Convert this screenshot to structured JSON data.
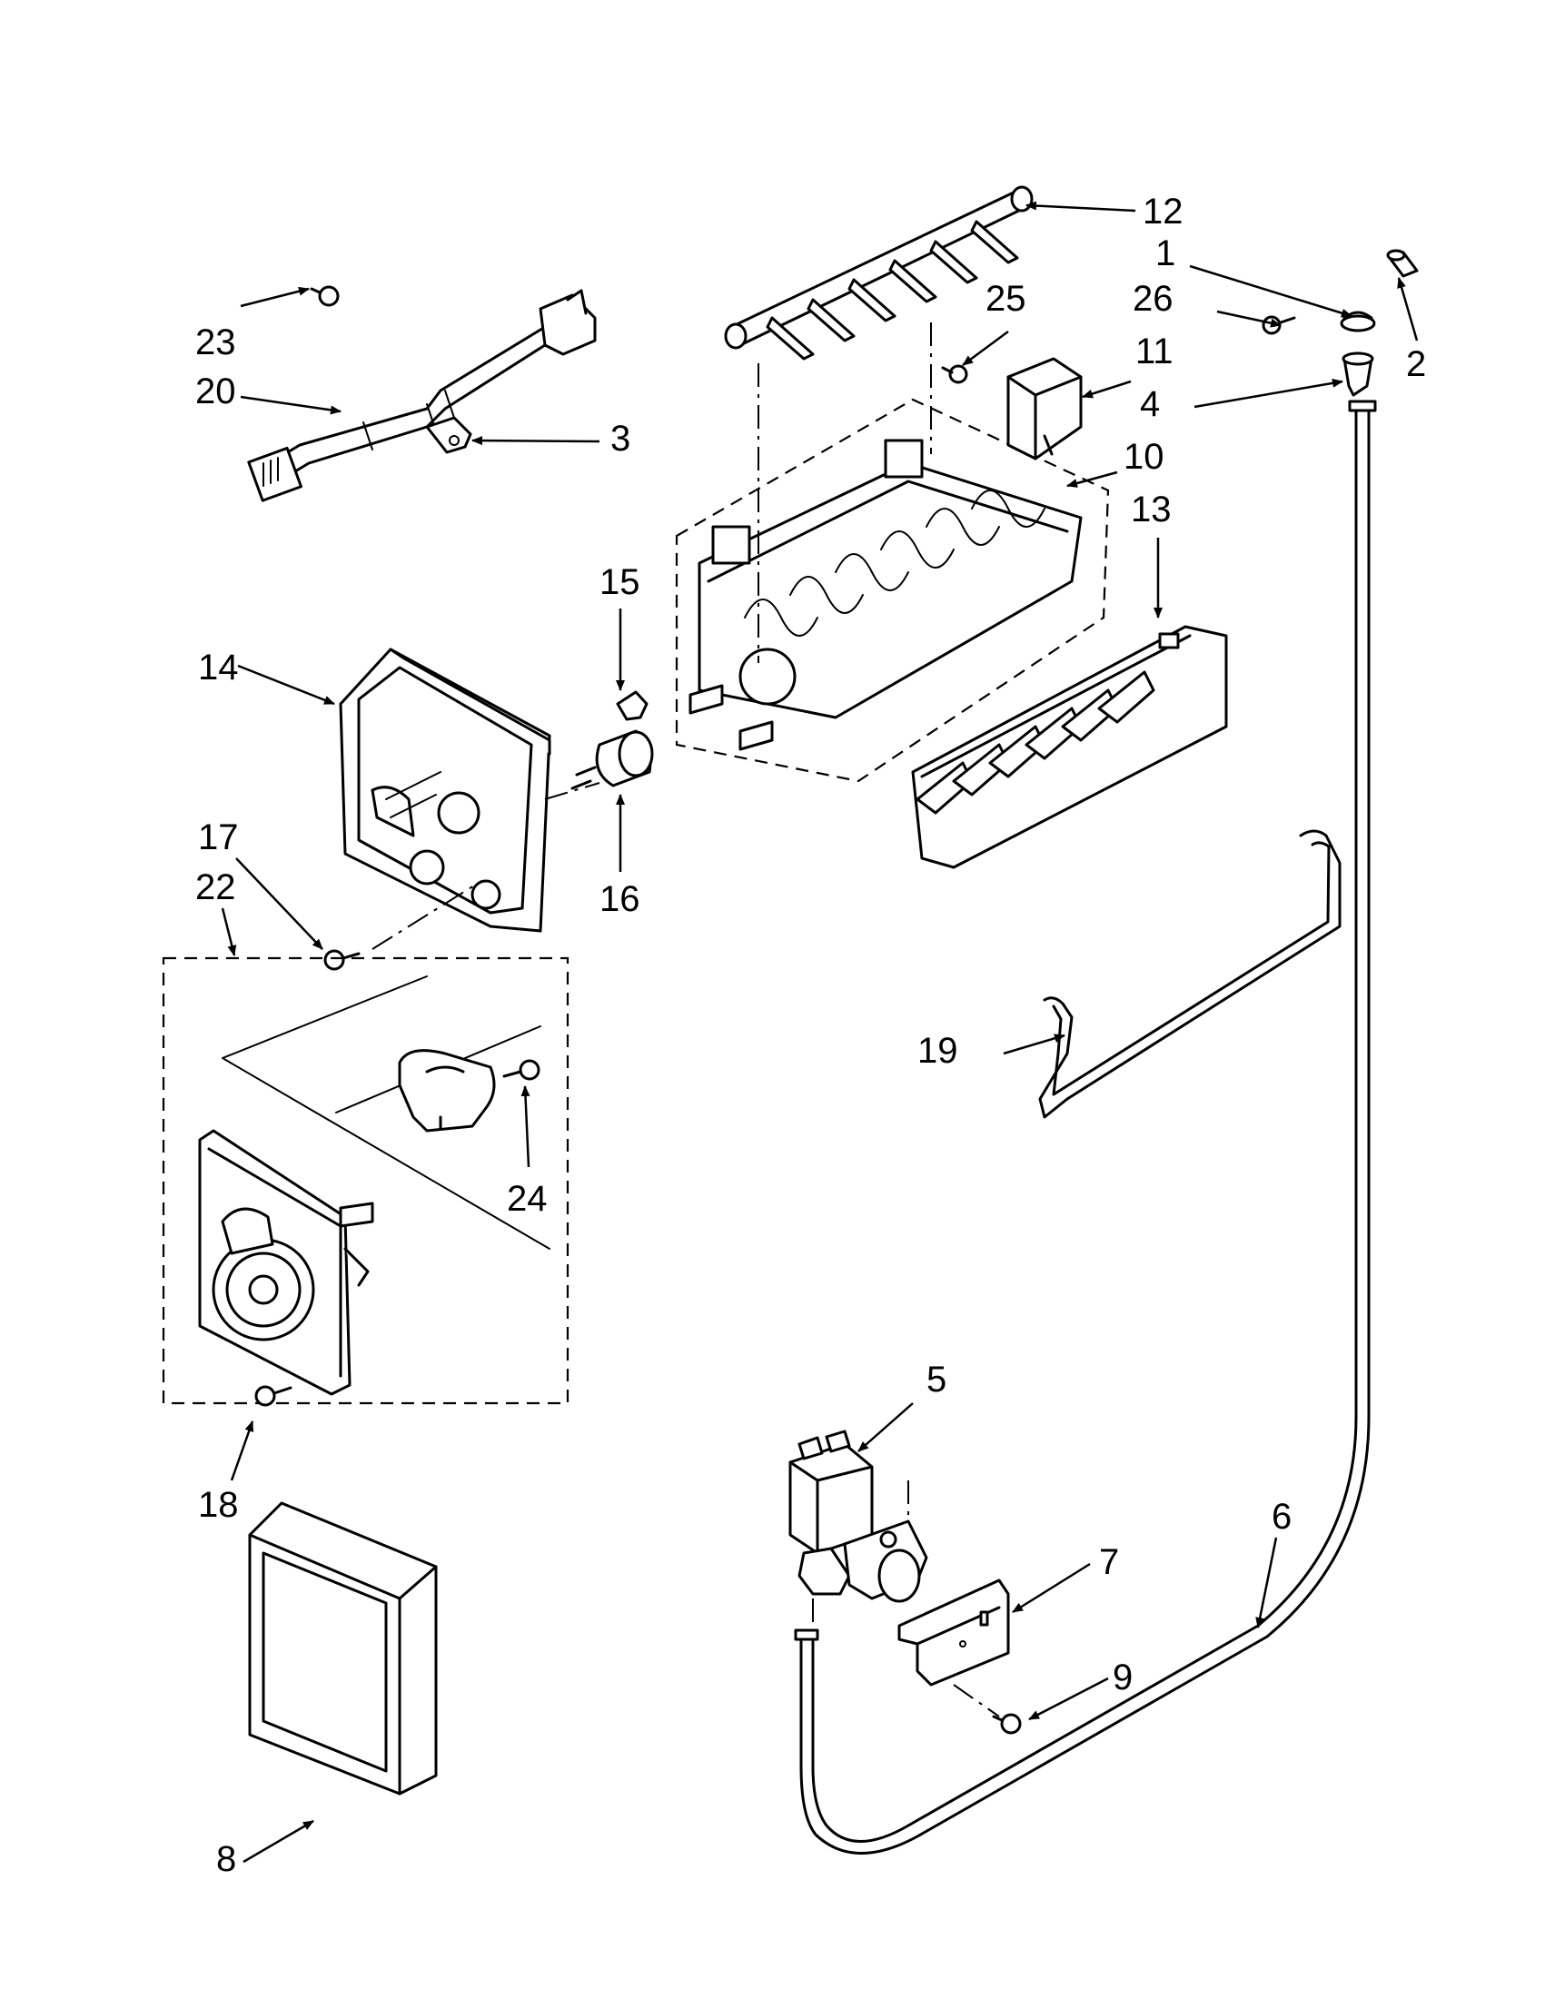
{
  "diagram": {
    "callouts": [
      {
        "id": "c1",
        "label": "1"
      },
      {
        "id": "c2",
        "label": "2"
      },
      {
        "id": "c3",
        "label": "3"
      },
      {
        "id": "c4",
        "label": "4"
      },
      {
        "id": "c5",
        "label": "5"
      },
      {
        "id": "c6",
        "label": "6"
      },
      {
        "id": "c7",
        "label": "7"
      },
      {
        "id": "c8",
        "label": "8"
      },
      {
        "id": "c9",
        "label": "9"
      },
      {
        "id": "c10",
        "label": "10"
      },
      {
        "id": "c11",
        "label": "11"
      },
      {
        "id": "c12",
        "label": "12"
      },
      {
        "id": "c13",
        "label": "13"
      },
      {
        "id": "c14",
        "label": "14"
      },
      {
        "id": "c15",
        "label": "15"
      },
      {
        "id": "c16",
        "label": "16"
      },
      {
        "id": "c17",
        "label": "17"
      },
      {
        "id": "c18",
        "label": "18"
      },
      {
        "id": "c19",
        "label": "19"
      },
      {
        "id": "c20",
        "label": "20"
      },
      {
        "id": "c22",
        "label": "22"
      },
      {
        "id": "c23",
        "label": "23"
      },
      {
        "id": "c24",
        "label": "24"
      },
      {
        "id": "c25",
        "label": "25"
      },
      {
        "id": "c26",
        "label": "26"
      }
    ]
  }
}
